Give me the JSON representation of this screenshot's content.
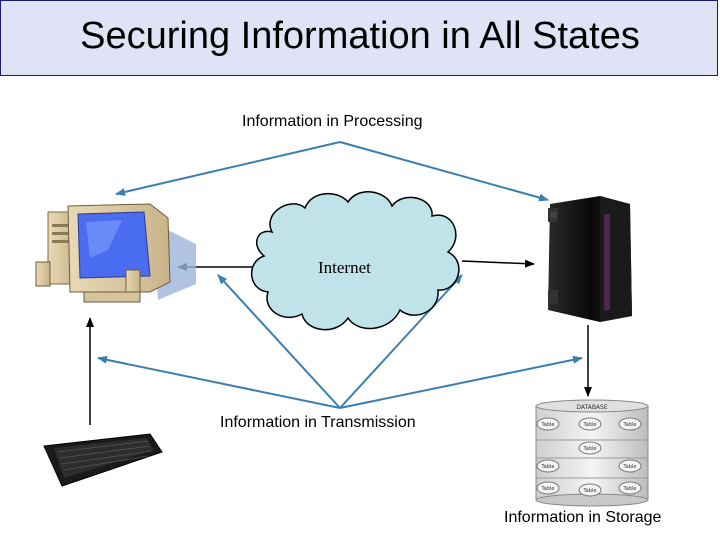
{
  "title": "Securing Information in All States",
  "labels": {
    "processing": "Information in Processing",
    "transmission": "Information in Transmission",
    "storage": "Information in Storage",
    "internet": "Internet"
  },
  "database": {
    "header": "DATABASE",
    "cells": [
      "Table",
      "Table",
      "Table",
      "Table",
      "Table",
      "Table",
      "Table",
      "Table",
      "Table"
    ]
  },
  "colors": {
    "title_bg": "#dfe3f5",
    "arrow": "#3b7fb0",
    "cloud_fill": "#bfe3e9",
    "screen": "#4a6cf0"
  },
  "icons": [
    "desktop-computer-icon",
    "server-tower-icon",
    "keyboard-icon",
    "database-icon",
    "cloud-icon"
  ]
}
